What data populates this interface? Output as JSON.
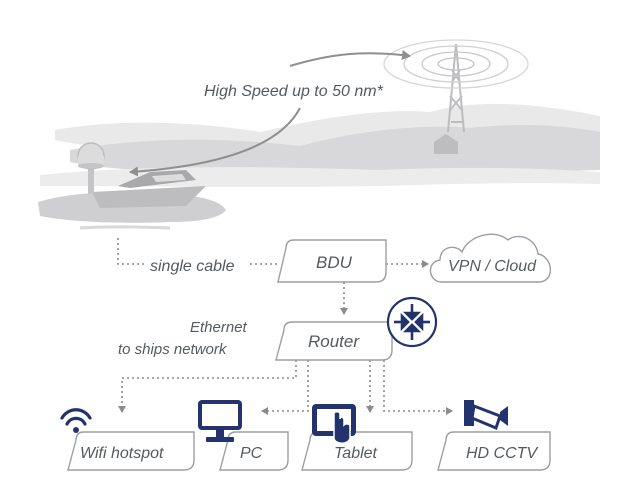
{
  "header": {
    "range_caption": "High Speed up to 50 nm*"
  },
  "links": {
    "cable_label": "single cable"
  },
  "nodes": {
    "bdu": "BDU",
    "cloud": "VPN / Cloud",
    "router": "Router",
    "ethernet_line1": "Ethernet",
    "ethernet_line2": "to ships network"
  },
  "devices": {
    "wifi": "Wifi hotspot",
    "pc": "PC",
    "tablet": "Tablet",
    "cctv": "HD CCTV"
  },
  "colors": {
    "text": "#555a5f",
    "box_stroke": "#9a9fa4",
    "dotted": "#8c8c8c",
    "accent": "#22336e",
    "landscape_light": "#e6e6e7",
    "landscape_dark": "#cfcfd1",
    "boat": "#bdbdbf"
  }
}
